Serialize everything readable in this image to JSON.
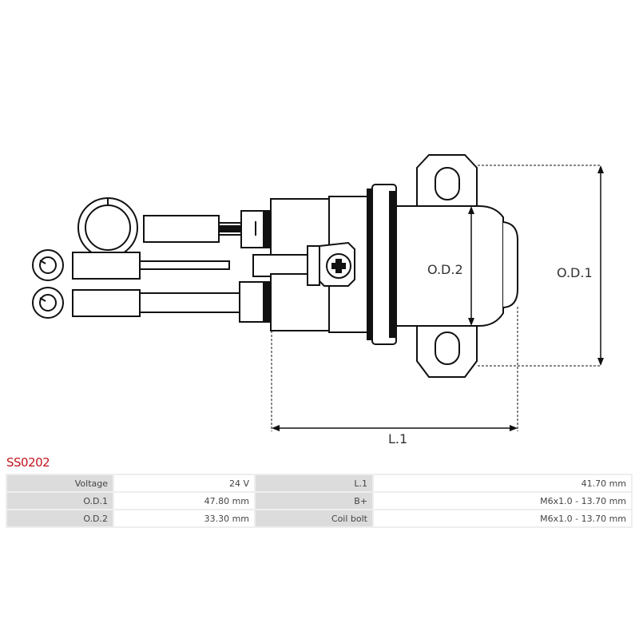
{
  "diagram": {
    "labels": {
      "od2": "O.D.2",
      "od1": "O.D.1",
      "l1": "L.1"
    }
  },
  "part_code": "SS0202",
  "specs": [
    {
      "label": "Voltage",
      "value": "24 V",
      "label2": "L.1",
      "value2": "41.70 mm"
    },
    {
      "label": "O.D.1",
      "value": "47.80 mm",
      "label2": "B+",
      "value2": "M6x1.0 - 13.70 mm"
    },
    {
      "label": "O.D.2",
      "value": "33.30 mm",
      "label2": "Coil bolt",
      "value2": "M6x1.0 - 13.70 mm"
    }
  ]
}
